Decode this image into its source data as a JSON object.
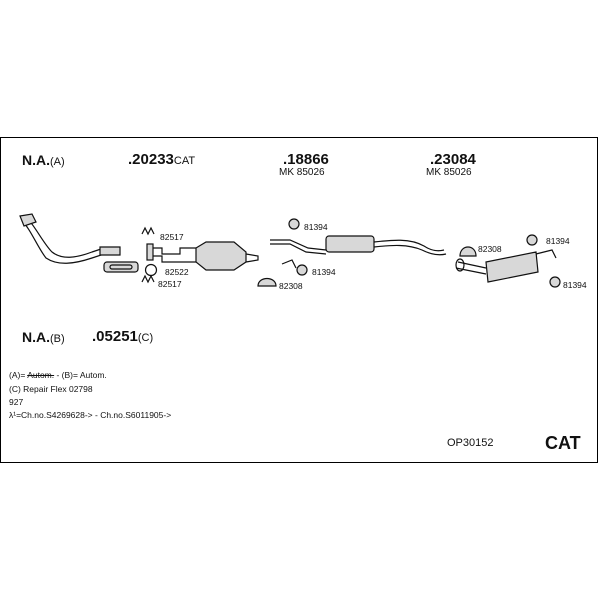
{
  "variant_a": {
    "label": "N.A.",
    "suffix": "(A)",
    "code": ".20233",
    "code_suffix": "CAT"
  },
  "part_18866": {
    "code": ".18866",
    "mk": "MK 85026"
  },
  "part_23084": {
    "code": ".23084",
    "mk": "MK 85026"
  },
  "part_numbers": {
    "front_1": "82517",
    "front_2": "82522",
    "front_3": "82517",
    "mid_1": "81394",
    "mid_2": "81394",
    "mid_3": "82308",
    "rear_1": "82308",
    "rear_2": "81394",
    "rear_3": "81394"
  },
  "variant_b": {
    "label": "N.A.",
    "suffix": "(B)",
    "code": ".05251",
    "code_suffix": "(C)"
  },
  "notes": {
    "line1_prefix": "(A)= ",
    "line1_struck": "Autom.",
    "line1_rest": " - (B)= Autom.",
    "line2": "(C) Repair Flex 02798",
    "line3": "927",
    "line4": "λ¹=Ch.no.S4269628-> - Ch.no.S6011905->"
  },
  "reference": "OP30152",
  "cat_label": "CAT",
  "colors": {
    "line": "#111111",
    "part_fill": "#d8d8d8"
  }
}
